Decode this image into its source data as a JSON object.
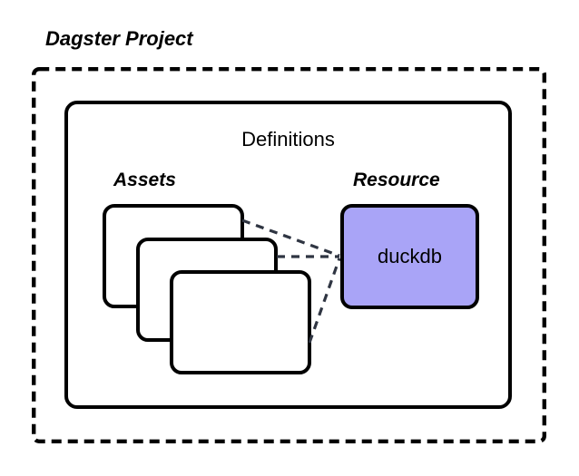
{
  "diagram": {
    "title": "Dagster Project",
    "container": {
      "label": "Definitions",
      "border_style": "solid",
      "border_color": "#000000"
    },
    "project_border_style": "dashed",
    "project_border_color": "#000000",
    "groups": [
      {
        "id": "assets",
        "label": "Assets"
      },
      {
        "id": "resource",
        "label": "Resource"
      }
    ],
    "assets": [
      {
        "id": "asset-1",
        "label": "",
        "fill": "#ffffff",
        "stroke": "#000000"
      },
      {
        "id": "asset-2",
        "label": "",
        "fill": "#ffffff",
        "stroke": "#000000"
      },
      {
        "id": "asset-3",
        "label": "",
        "fill": "#ffffff",
        "stroke": "#000000"
      }
    ],
    "resource": {
      "id": "duckdb",
      "label": "duckdb",
      "fill": "#a9a4f7",
      "stroke": "#000000"
    },
    "connections": [
      {
        "from": "asset-1",
        "to": "duckdb",
        "style": "dashed",
        "color": "#2f3542"
      },
      {
        "from": "asset-2",
        "to": "duckdb",
        "style": "dashed",
        "color": "#2f3542"
      },
      {
        "from": "asset-3",
        "to": "duckdb",
        "style": "dashed",
        "color": "#2f3542"
      }
    ]
  }
}
